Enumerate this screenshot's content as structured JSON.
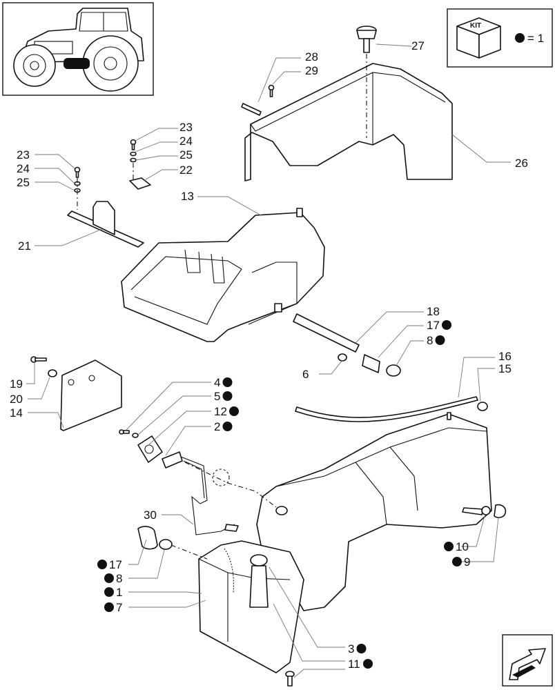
{
  "kit_legend": {
    "kit_label": "KIT",
    "equals_text": "= 1"
  },
  "callouts": [
    {
      "id": "c27",
      "text": "27",
      "marked": false
    },
    {
      "id": "c28",
      "text": "28",
      "marked": false
    },
    {
      "id": "c29",
      "text": "29",
      "marked": false
    },
    {
      "id": "c26",
      "text": "26",
      "marked": false
    },
    {
      "id": "c23a",
      "text": "23",
      "marked": false
    },
    {
      "id": "c24a",
      "text": "24",
      "marked": false
    },
    {
      "id": "c25a",
      "text": "25",
      "marked": false
    },
    {
      "id": "c22",
      "text": "22",
      "marked": false
    },
    {
      "id": "c23b",
      "text": "23",
      "marked": false
    },
    {
      "id": "c24b",
      "text": "24",
      "marked": false
    },
    {
      "id": "c25b",
      "text": "25",
      "marked": false
    },
    {
      "id": "c21",
      "text": "21",
      "marked": false
    },
    {
      "id": "c13",
      "text": "13",
      "marked": false
    },
    {
      "id": "c18",
      "text": "18",
      "marked": false
    },
    {
      "id": "c17a",
      "text": "17",
      "marked": true
    },
    {
      "id": "c8a",
      "text": "8",
      "marked": true
    },
    {
      "id": "c6",
      "text": "6",
      "marked": false
    },
    {
      "id": "c16",
      "text": "16",
      "marked": false
    },
    {
      "id": "c15",
      "text": "15",
      "marked": false
    },
    {
      "id": "c19",
      "text": "19",
      "marked": false
    },
    {
      "id": "c20",
      "text": "20",
      "marked": false
    },
    {
      "id": "c14",
      "text": "14",
      "marked": false
    },
    {
      "id": "c4",
      "text": "4",
      "marked": true
    },
    {
      "id": "c5",
      "text": "5",
      "marked": true
    },
    {
      "id": "c12",
      "text": "12",
      "marked": true
    },
    {
      "id": "c2",
      "text": "2",
      "marked": true
    },
    {
      "id": "c30",
      "text": "30",
      "marked": false
    },
    {
      "id": "c17b",
      "text": "17",
      "marked": true
    },
    {
      "id": "c8b",
      "text": "8",
      "marked": true
    },
    {
      "id": "c1",
      "text": "1",
      "marked": true
    },
    {
      "id": "c7",
      "text": "7",
      "marked": true
    },
    {
      "id": "c10",
      "text": "10",
      "marked": true
    },
    {
      "id": "c9",
      "text": "9",
      "marked": true
    },
    {
      "id": "c3",
      "text": "3",
      "marked": true
    },
    {
      "id": "c11",
      "text": "11",
      "marked": true
    }
  ],
  "icons": {
    "tractor_thumbnail": "tractor-icon",
    "next_page": "next-page-arrow-icon",
    "kit_box": "kit-box-icon"
  }
}
